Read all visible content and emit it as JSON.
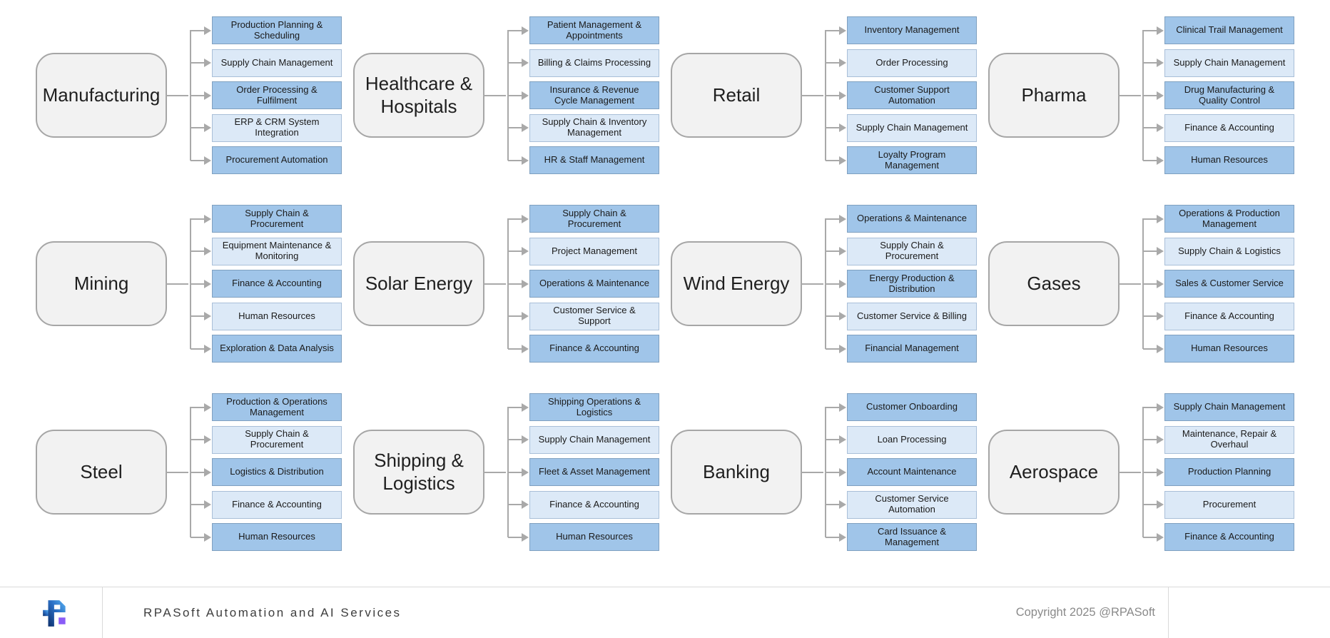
{
  "groups": [
    {
      "industry": "Manufacturing",
      "services": [
        "Production Planning & Scheduling",
        "Supply Chain Management",
        "Order Processing & Fulfilment",
        "ERP & CRM System Integration",
        "Procurement Automation"
      ]
    },
    {
      "industry": "Healthcare & Hospitals",
      "services": [
        "Patient Management & Appointments",
        "Billing & Claims Processing",
        "Insurance & Revenue Cycle Management",
        "Supply Chain & Inventory Management",
        "HR & Staff Management"
      ]
    },
    {
      "industry": "Retail",
      "services": [
        "Inventory Management",
        "Order Processing",
        "Customer Support Automation",
        "Supply Chain Management",
        "Loyalty Program Management"
      ]
    },
    {
      "industry": "Pharma",
      "services": [
        "Clinical Trail Management",
        "Supply Chain Management",
        "Drug Manufacturing & Quality Control",
        "Finance & Accounting",
        "Human Resources"
      ]
    },
    {
      "industry": "Mining",
      "services": [
        "Supply Chain & Procurement",
        "Equipment Maintenance & Monitoring",
        "Finance & Accounting",
        "Human Resources",
        "Exploration & Data Analysis"
      ]
    },
    {
      "industry": "Solar Energy",
      "services": [
        "Supply Chain & Procurement",
        "Project Management",
        "Operations & Maintenance",
        "Customer Service & Support",
        "Finance & Accounting"
      ]
    },
    {
      "industry": "Wind Energy",
      "services": [
        "Operations & Maintenance",
        "Supply Chain & Procurement",
        "Energy Production & Distribution",
        "Customer Service & Billing",
        "Financial Management"
      ]
    },
    {
      "industry": "Gases",
      "services": [
        "Operations & Production Management",
        "Supply Chain & Logistics",
        "Sales & Customer Service",
        "Finance & Accounting",
        "Human Resources"
      ]
    },
    {
      "industry": "Steel",
      "services": [
        "Production & Operations Management",
        "Supply Chain & Procurement",
        "Logistics & Distribution",
        "Finance & Accounting",
        "Human Resources"
      ]
    },
    {
      "industry": "Shipping & Logistics",
      "services": [
        "Shipping Operations & Logistics",
        "Supply Chain Management",
        "Fleet & Asset Management",
        "Finance & Accounting",
        "Human Resources"
      ]
    },
    {
      "industry": "Banking",
      "services": [
        "Customer Onboarding",
        "Loan Processing",
        "Account Maintenance",
        "Customer Service Automation",
        "Card Issuance & Management"
      ]
    },
    {
      "industry": "Aerospace",
      "services": [
        "Supply Chain Management",
        "Maintenance, Repair & Overhaul",
        "Production Planning",
        "Procurement",
        "Finance & Accounting"
      ]
    }
  ],
  "footer": {
    "brand": "RPASoft Automation and AI Services",
    "copyright": "Copyright 2025 @RPASoft",
    "logo": "rpasoft-logo"
  },
  "colors": {
    "service-dark-fill": "#A0C5E9",
    "service-dark-border": "#7FA0C0",
    "service-light-fill": "#DCE9F7",
    "service-light-border": "#A9BFD8",
    "industry-fill": "#F2F2F2",
    "industry-border": "#A6A6A6",
    "connector": "#A9A9A9",
    "footer-divider": "#D9D9D9",
    "brand-text": "#3D3D3D",
    "copyright-text": "#8A8A8A",
    "logo-blue-dark": "#0D2F6B",
    "logo-blue-light": "#57B1F2",
    "logo-purple": "#8A5CF7"
  }
}
